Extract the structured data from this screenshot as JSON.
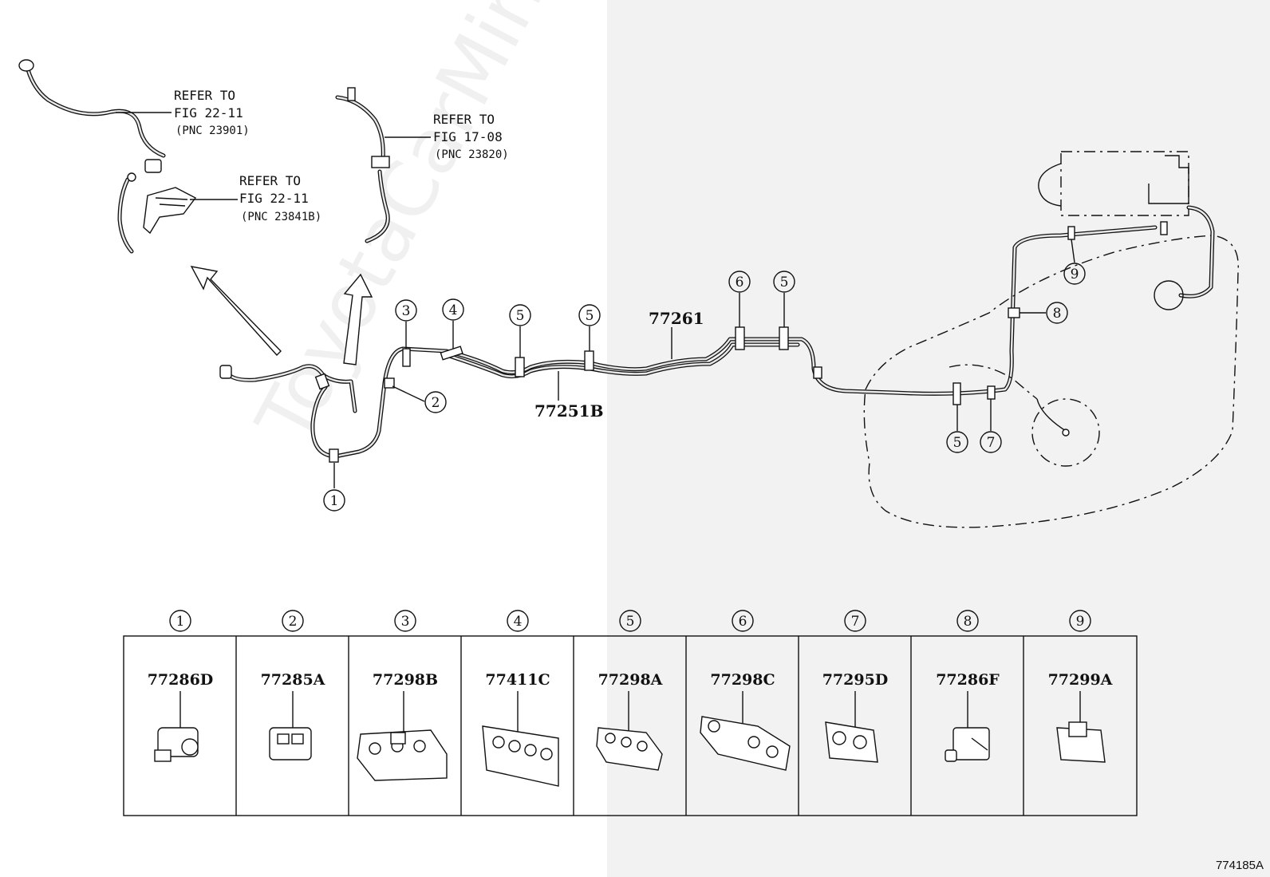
{
  "refs": [
    {
      "line1": "REFER TO",
      "line2": "FIG 22-11",
      "line3": "(PNC 23901)"
    },
    {
      "line1": "REFER TO",
      "line2": "FIG 17-08",
      "line3": "(PNC 23820)"
    },
    {
      "line1": "REFER TO",
      "line2": "FIG 22-11",
      "line3": "(PNC 23841B)"
    }
  ],
  "part_labels": {
    "main_tube": "77261",
    "front_tube": "77251B"
  },
  "callouts": {
    "c1": "1",
    "c2": "2",
    "c3": "3",
    "c4": "4",
    "c5": "5",
    "c6": "6",
    "c7": "7",
    "c8": "8",
    "c9": "9"
  },
  "legend": [
    {
      "num": "1",
      "part": "77286D"
    },
    {
      "num": "2",
      "part": "77285A"
    },
    {
      "num": "3",
      "part": "77298B"
    },
    {
      "num": "4",
      "part": "77411C"
    },
    {
      "num": "5",
      "part": "77298A"
    },
    {
      "num": "6",
      "part": "77298C"
    },
    {
      "num": "7",
      "part": "77295D"
    },
    {
      "num": "8",
      "part": "77286F"
    },
    {
      "num": "9",
      "part": "77299A"
    }
  ],
  "watermark": "ToyotaCarMine.ru",
  "figure_code": "774185A"
}
